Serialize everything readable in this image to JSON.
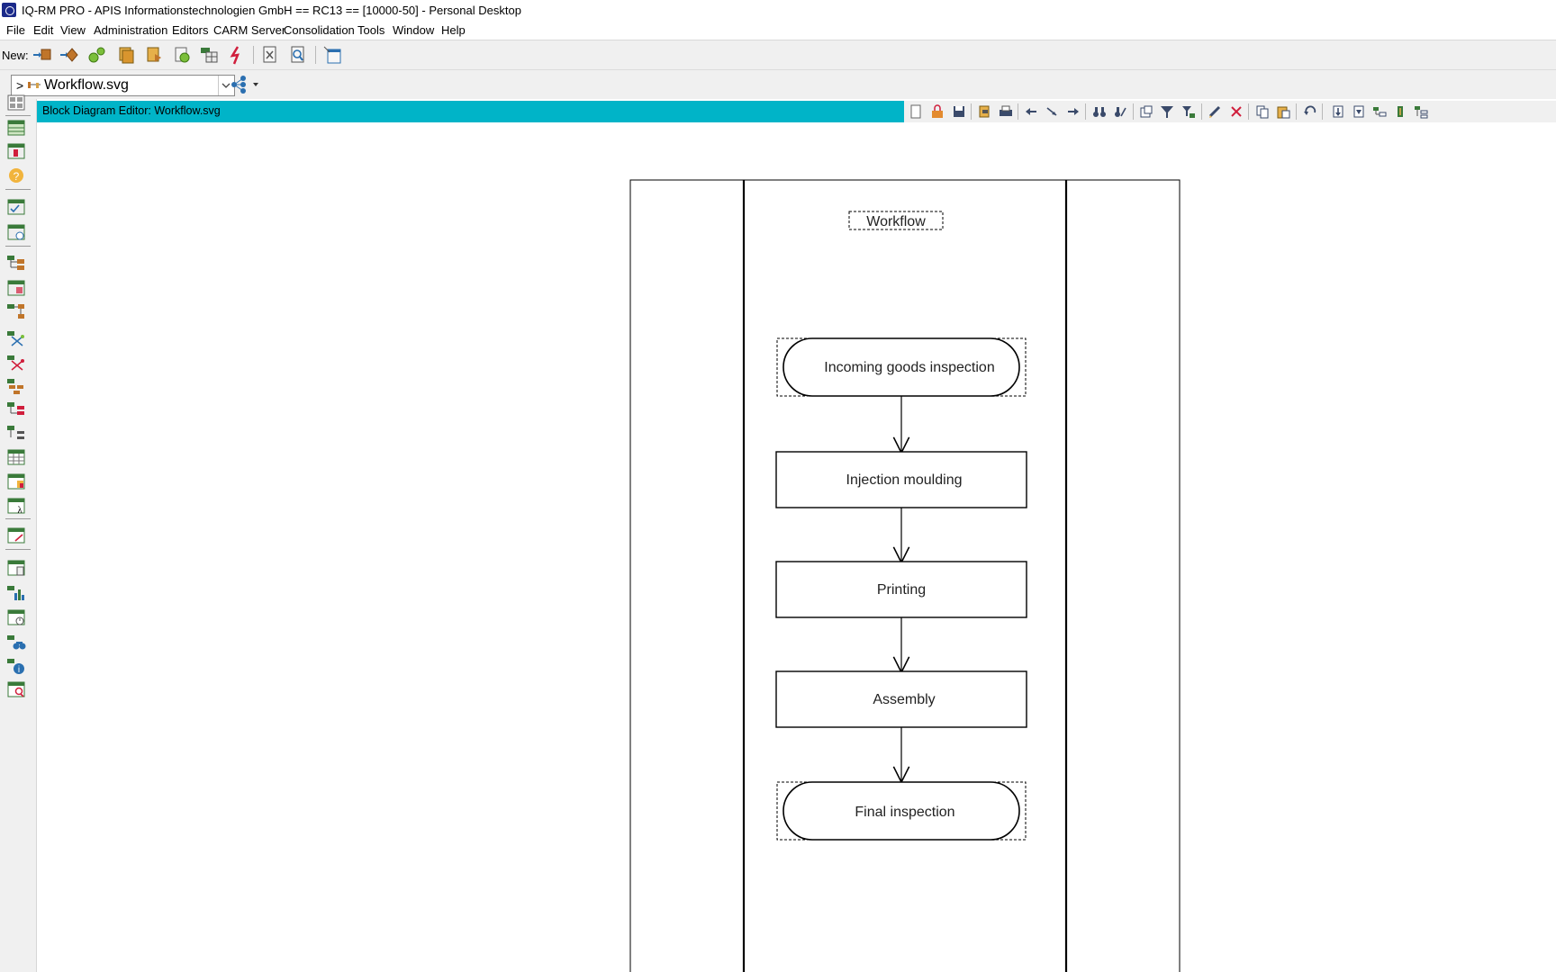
{
  "window": {
    "title": "IQ-RM PRO - APIS Informationstechnologien GmbH == RC13 == [10000-50] - Personal Desktop"
  },
  "menu": {
    "items": [
      {
        "label": "File"
      },
      {
        "label": "Edit"
      },
      {
        "label": "View"
      },
      {
        "label": "Administration"
      },
      {
        "label": "Editors"
      },
      {
        "label": "CARM Server"
      },
      {
        "label": "Consolidation"
      },
      {
        "label": "Tools"
      },
      {
        "label": "Window"
      },
      {
        "label": "Help"
      }
    ]
  },
  "toolbar": {
    "new_label": "New:",
    "icons": [
      "new-structure-element-icon",
      "new-function-icon",
      "new-functions-net-icon",
      "new-document-icon",
      "new-note-icon",
      "new-check-icon",
      "new-table-icon",
      "new-failure-icon",
      "close-document-icon",
      "search-document-icon",
      "new-window-icon"
    ]
  },
  "path": {
    "prefix": ">",
    "value": "Workflow.svg",
    "icon": "workflow-icon"
  },
  "editor": {
    "title": "Block Diagram Editor: Workflow.svg",
    "accent": "#00b4c8"
  },
  "diagram": {
    "title": "Workflow",
    "nodes": [
      {
        "label": "Incoming goods inspection",
        "shape": "terminator"
      },
      {
        "label": "Injection moulding",
        "shape": "process"
      },
      {
        "label": "Printing",
        "shape": "process"
      },
      {
        "label": "Assembly",
        "shape": "process"
      },
      {
        "label": "Final inspection",
        "shape": "terminator"
      }
    ]
  }
}
